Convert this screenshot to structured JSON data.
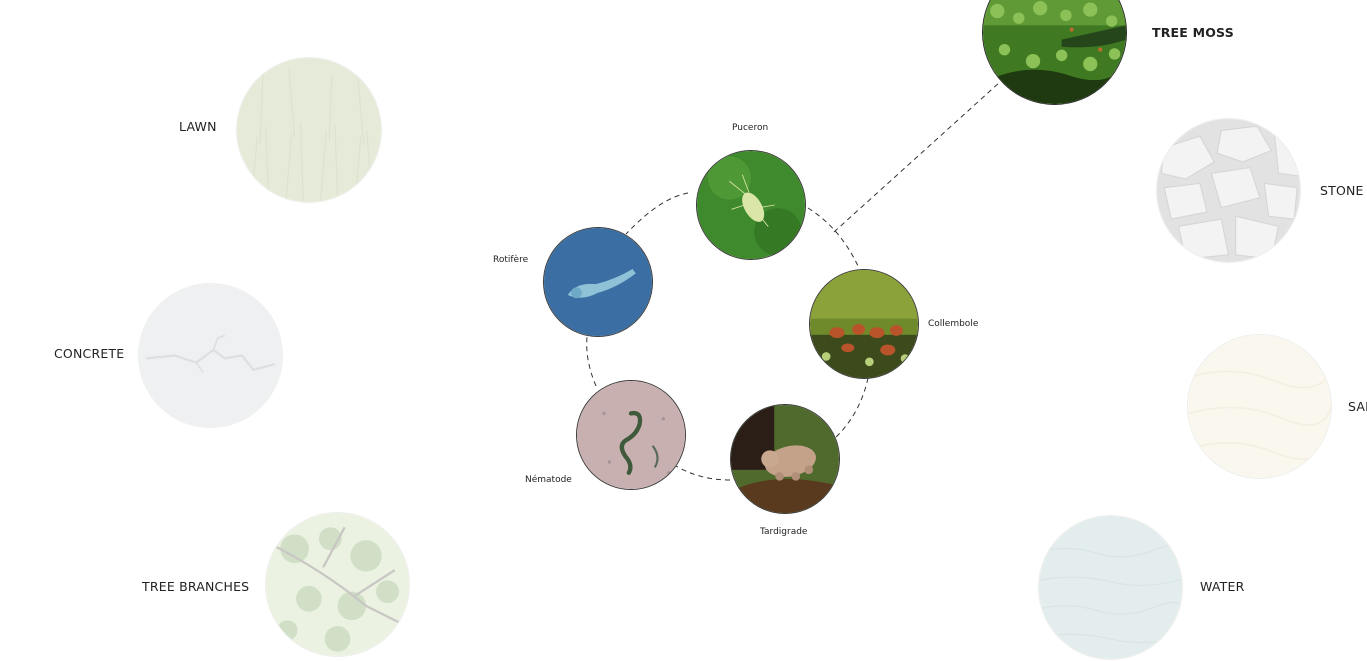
{
  "habitats": {
    "lawn": {
      "label": "LAWN"
    },
    "concrete": {
      "label": "CONCRETE"
    },
    "tree_branches": {
      "label": "TREE BRANCHES"
    },
    "tree_moss": {
      "label": "TREE MOSS"
    },
    "stone": {
      "label": "STONE"
    },
    "sand": {
      "label": "SAN"
    },
    "water": {
      "label": "WATER"
    }
  },
  "organisms": {
    "puceron": {
      "label": "Puceron"
    },
    "rotifere": {
      "label": "Rotifère"
    },
    "collembole": {
      "label": "Collembole"
    },
    "nematode": {
      "label": "Nématode"
    },
    "tardigrade": {
      "label": "Tardigrade"
    }
  },
  "colors": {
    "moss_green": "#3f7a22",
    "rotifer_blue": "#3b6fa3",
    "nematode_pink": "#c9b0b0",
    "dashed_line": "#333333"
  }
}
